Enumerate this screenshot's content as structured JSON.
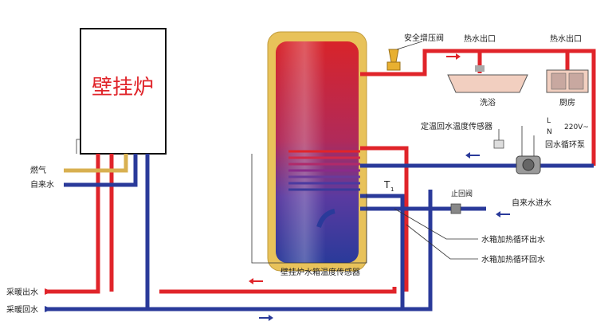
{
  "boiler": {
    "title": "壁挂炉"
  },
  "inlets": {
    "gas": "燃气",
    "tap_water": "自来水"
  },
  "tank": {
    "sensor_t1": "T",
    "sensor_t1_sub": "1"
  },
  "valves": {
    "safety_valve": "安全增压阀",
    "small_valve": "止回阀"
  },
  "outlets": {
    "hot_out_1": "热水出口",
    "hot_out_2": "热水出口"
  },
  "fixtures": {
    "bath": "洗浴",
    "kitchen": "厨房"
  },
  "sensors": {
    "return_temp": "定温回水温度传感器",
    "tank_sensor": "壁挂炉水箱温度传感器"
  },
  "pump": {
    "label": "回水循环泵",
    "L": "L",
    "N": "N",
    "voltage": "220V~"
  },
  "pipes": {
    "city_water_in": "自来水进水",
    "tank_heat_out": "水箱加热循环出水",
    "tank_heat_return": "水箱加热循环回水",
    "heating_out": "采暖出水",
    "heating_return": "采暖回水"
  },
  "colors": {
    "hot": "#e0242a",
    "cold": "#2a3a9a",
    "insulation": "#e8c25a",
    "gas": "#d8b050"
  }
}
